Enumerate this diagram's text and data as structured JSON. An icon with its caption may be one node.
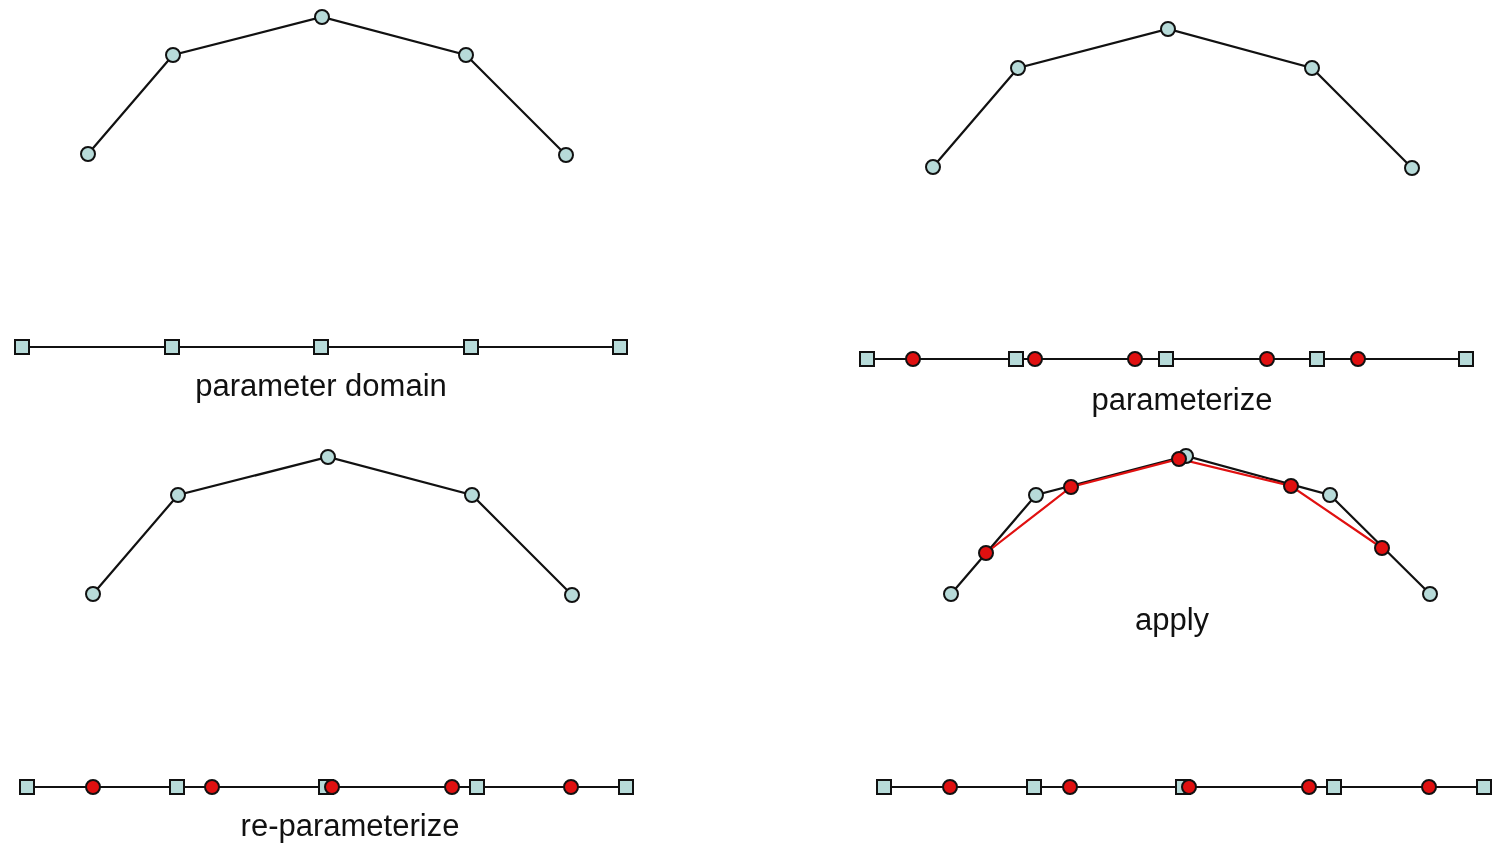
{
  "diagram": {
    "labels": [
      "parameter domain",
      "parameterize",
      "apply",
      "re-parameterize"
    ]
  }
}
